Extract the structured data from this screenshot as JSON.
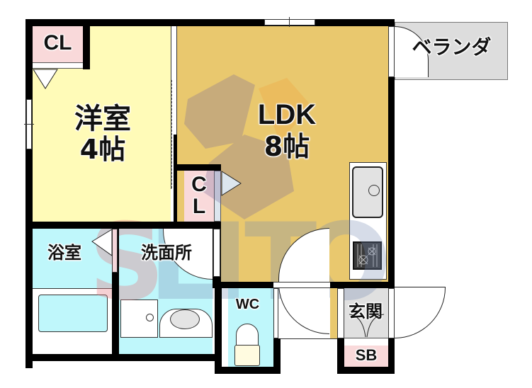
{
  "floorplan": {
    "rooms": {
      "western_room": {
        "name": "洋室",
        "size": "4帖"
      },
      "ldk": {
        "name": "LDK",
        "size": "8帖"
      },
      "closet_top": {
        "name": "CL"
      },
      "closet_mid": {
        "name_line1": "C",
        "name_line2": "L"
      },
      "veranda": {
        "name": "ベランダ"
      },
      "bathroom": {
        "name": "浴室"
      },
      "washroom": {
        "name": "洗面所"
      },
      "wc": {
        "name": "WC"
      },
      "entrance": {
        "name": "玄関"
      },
      "shoe_box": {
        "name": "SB"
      }
    },
    "watermark": {
      "text": "SEITO",
      "letters": [
        "S",
        "E",
        "I",
        "T",
        "O"
      ]
    },
    "colors": {
      "western_room": "#FFFBB8",
      "ldk": "#E9C86E",
      "closet": "#F9D9DA",
      "wet_area": "#BFF7FB",
      "veranda": "#DDDDDD",
      "entrance": "#E0E0E0",
      "wall": "#000000"
    }
  }
}
